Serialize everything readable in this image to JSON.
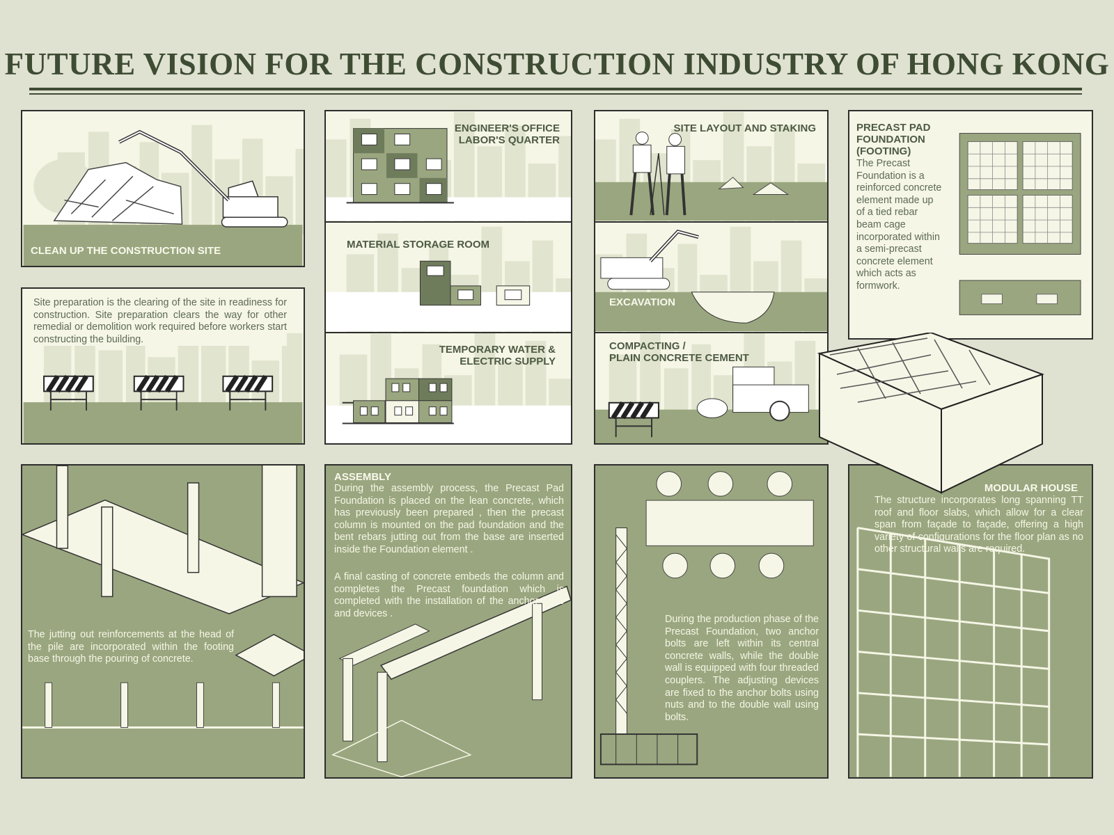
{
  "title": "FUTURE VISION FOR THE CONSTRUCTION INDUSTRY OF HONG KONG",
  "colors": {
    "background": "#dfe1d1",
    "panel": "#f5f6e6",
    "green": "#9aa67f",
    "dark_green": "#6f7c5c",
    "title": "#3e4c34"
  },
  "panels": {
    "cleanup": {
      "label": "CLEAN UP THE CONSTRUCTION SITE"
    },
    "site_prep": {
      "text": "Site preparation is the clearing of the site in readiness for construction. Site preparation clears the way for other remedial or demolition work required before workers start constructing the building."
    },
    "offices": {
      "label_line1": "ENGINEER'S OFFICE",
      "label_line2": "LABOR'S QUARTER"
    },
    "storage": {
      "label": "MATERIAL STORAGE ROOM"
    },
    "water": {
      "label_line1": "TEMPORARY WATER &",
      "label_line2": "ELECTRIC SUPPLY"
    },
    "layout": {
      "label": "SITE LAYOUT AND STAKING"
    },
    "excavation": {
      "label": "EXCAVATION"
    },
    "compacting": {
      "label_line1": "COMPACTING /",
      "label_line2": "PLAIN CONCRETE CEMENT"
    },
    "precast": {
      "heading_line1": "PRECAST PAD",
      "heading_line2": "FOUNDATION",
      "heading_line3": "(FOOTING)",
      "text": "The Precast Foundation is a reinforced concrete element made up of a tied rebar beam cage incorporated within a semi-precast concrete element which acts as formwork."
    },
    "pile": {
      "text": "The jutting out reinforcements at the head of the pile are incorporated within the footing base through the pouring of concrete."
    },
    "assembly": {
      "heading": "ASSEMBLY",
      "text1": "During the assembly process, the Precast Pad Foundation is placed on the lean concrete, which has previously been prepared , then the precast column is mounted on the pad foundation and the bent rebars jutting out from the base are inserted inside the Foundation element .",
      "text2": "A final casting of concrete embeds the column and completes the Precast foundation which is completed with the installation of the anchor bolts and devices ."
    },
    "production": {
      "text": "During the production phase of the Precast Foundation, two anchor bolts are left within its central concrete walls, while the double wall is equipped with four threaded couplers. The adjusting devices are fixed to the anchor bolts using nuts and to the double wall using bolts."
    },
    "modular": {
      "heading": "MODULAR HOUSE",
      "text": "The structure incorporates long spanning TT roof and floor slabs, which allow for a clear span from façade to façade, offering a high variety of configurations for the floor plan as no other structural walls are required."
    }
  }
}
